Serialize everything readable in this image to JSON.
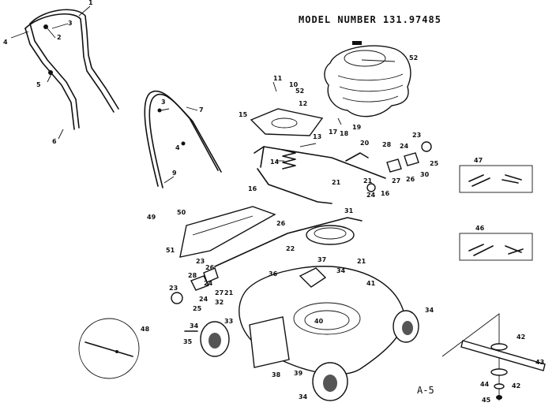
{
  "header": {
    "model_number": "MODEL NUMBER 131.97485"
  },
  "footer": {
    "page_ref": "A-5"
  },
  "callouts": [
    {
      "id": "c1",
      "text": "1"
    },
    {
      "id": "c2",
      "text": "2"
    },
    {
      "id": "c3",
      "text": "3"
    },
    {
      "id": "c4",
      "text": "4"
    },
    {
      "id": "c5",
      "text": "5"
    },
    {
      "id": "c6",
      "text": "6"
    },
    {
      "id": "c7",
      "text": "7"
    },
    {
      "id": "c3b",
      "text": "3"
    },
    {
      "id": "c4b",
      "text": "4"
    },
    {
      "id": "c9",
      "text": "9"
    },
    {
      "id": "c11",
      "text": "11"
    },
    {
      "id": "c10",
      "text": "10"
    },
    {
      "id": "c52a",
      "text": "52"
    },
    {
      "id": "c12",
      "text": "12"
    },
    {
      "id": "c15",
      "text": "15"
    },
    {
      "id": "c52b",
      "text": "52"
    },
    {
      "id": "c17",
      "text": "17"
    },
    {
      "id": "c18",
      "text": "18"
    },
    {
      "id": "c19",
      "text": "19"
    },
    {
      "id": "c13",
      "text": "13"
    },
    {
      "id": "c14",
      "text": "14"
    },
    {
      "id": "c16a",
      "text": "16"
    },
    {
      "id": "c20",
      "text": "20"
    },
    {
      "id": "c28a",
      "text": "28"
    },
    {
      "id": "c24a",
      "text": "24"
    },
    {
      "id": "c23a",
      "text": "23"
    },
    {
      "id": "c25a",
      "text": "25"
    },
    {
      "id": "c21a",
      "text": "21"
    },
    {
      "id": "c24b",
      "text": "24"
    },
    {
      "id": "c16b",
      "text": "16"
    },
    {
      "id": "c27a",
      "text": "27"
    },
    {
      "id": "c26a",
      "text": "26"
    },
    {
      "id": "c30",
      "text": "30"
    },
    {
      "id": "c21b",
      "text": "21"
    },
    {
      "id": "c31",
      "text": "31"
    },
    {
      "id": "c47",
      "text": "47"
    },
    {
      "id": "c49",
      "text": "49"
    },
    {
      "id": "c50",
      "text": "50"
    },
    {
      "id": "c51",
      "text": "51"
    },
    {
      "id": "c26b",
      "text": "26"
    },
    {
      "id": "c22",
      "text": "22"
    },
    {
      "id": "c21c",
      "text": "21"
    },
    {
      "id": "c46",
      "text": "46"
    },
    {
      "id": "c37",
      "text": "37"
    },
    {
      "id": "c34a",
      "text": "34"
    },
    {
      "id": "c28b",
      "text": "28"
    },
    {
      "id": "c23b",
      "text": "23"
    },
    {
      "id": "c24c",
      "text": "24"
    },
    {
      "id": "c26c",
      "text": "26"
    },
    {
      "id": "c27b",
      "text": "27"
    },
    {
      "id": "c36",
      "text": "36"
    },
    {
      "id": "c41",
      "text": "41"
    },
    {
      "id": "c23c",
      "text": "23"
    },
    {
      "id": "c24d",
      "text": "24"
    },
    {
      "id": "c21d",
      "text": "21"
    },
    {
      "id": "c25b",
      "text": "25"
    },
    {
      "id": "c32",
      "text": "32"
    },
    {
      "id": "c33",
      "text": "33"
    },
    {
      "id": "c40",
      "text": "40"
    },
    {
      "id": "c34b",
      "text": "34"
    },
    {
      "id": "c48",
      "text": "48"
    },
    {
      "id": "c34c",
      "text": "34"
    },
    {
      "id": "c35",
      "text": "35"
    },
    {
      "id": "c38",
      "text": "38"
    },
    {
      "id": "c39",
      "text": "39"
    },
    {
      "id": "c34d",
      "text": "34"
    },
    {
      "id": "c42a",
      "text": "42"
    },
    {
      "id": "c43",
      "text": "43"
    },
    {
      "id": "c44",
      "text": "44"
    },
    {
      "id": "c42b",
      "text": "42"
    },
    {
      "id": "c45",
      "text": "45"
    }
  ]
}
